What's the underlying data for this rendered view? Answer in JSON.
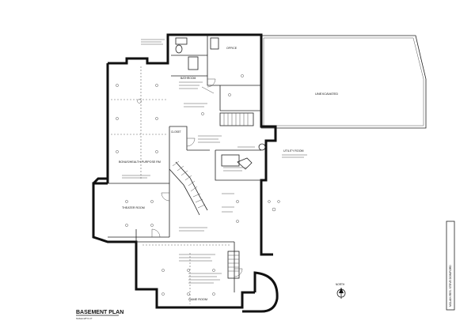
{
  "plan": {
    "title": "BASEMENT PLAN",
    "scale": "SCALE 1/8\"=1'-0\"",
    "north_label": "NORTH",
    "title_block": "MCLAIN RES. STEVE DONIFORD",
    "rooms": {
      "office": "OFFICE",
      "bathroom": "BATHROOM",
      "closet": "CLOSET",
      "unexcavated": "UNEXCAVATED",
      "bonus_room": "BONUS/HEALTH PURPOSE RM",
      "utility_room": "UTILITY ROOM",
      "theater_room": "THEATER ROOM",
      "game_room": "GAME ROOM"
    }
  },
  "colors": {
    "ink": "#111111",
    "paper": "#ffffff",
    "note": "#555555"
  }
}
